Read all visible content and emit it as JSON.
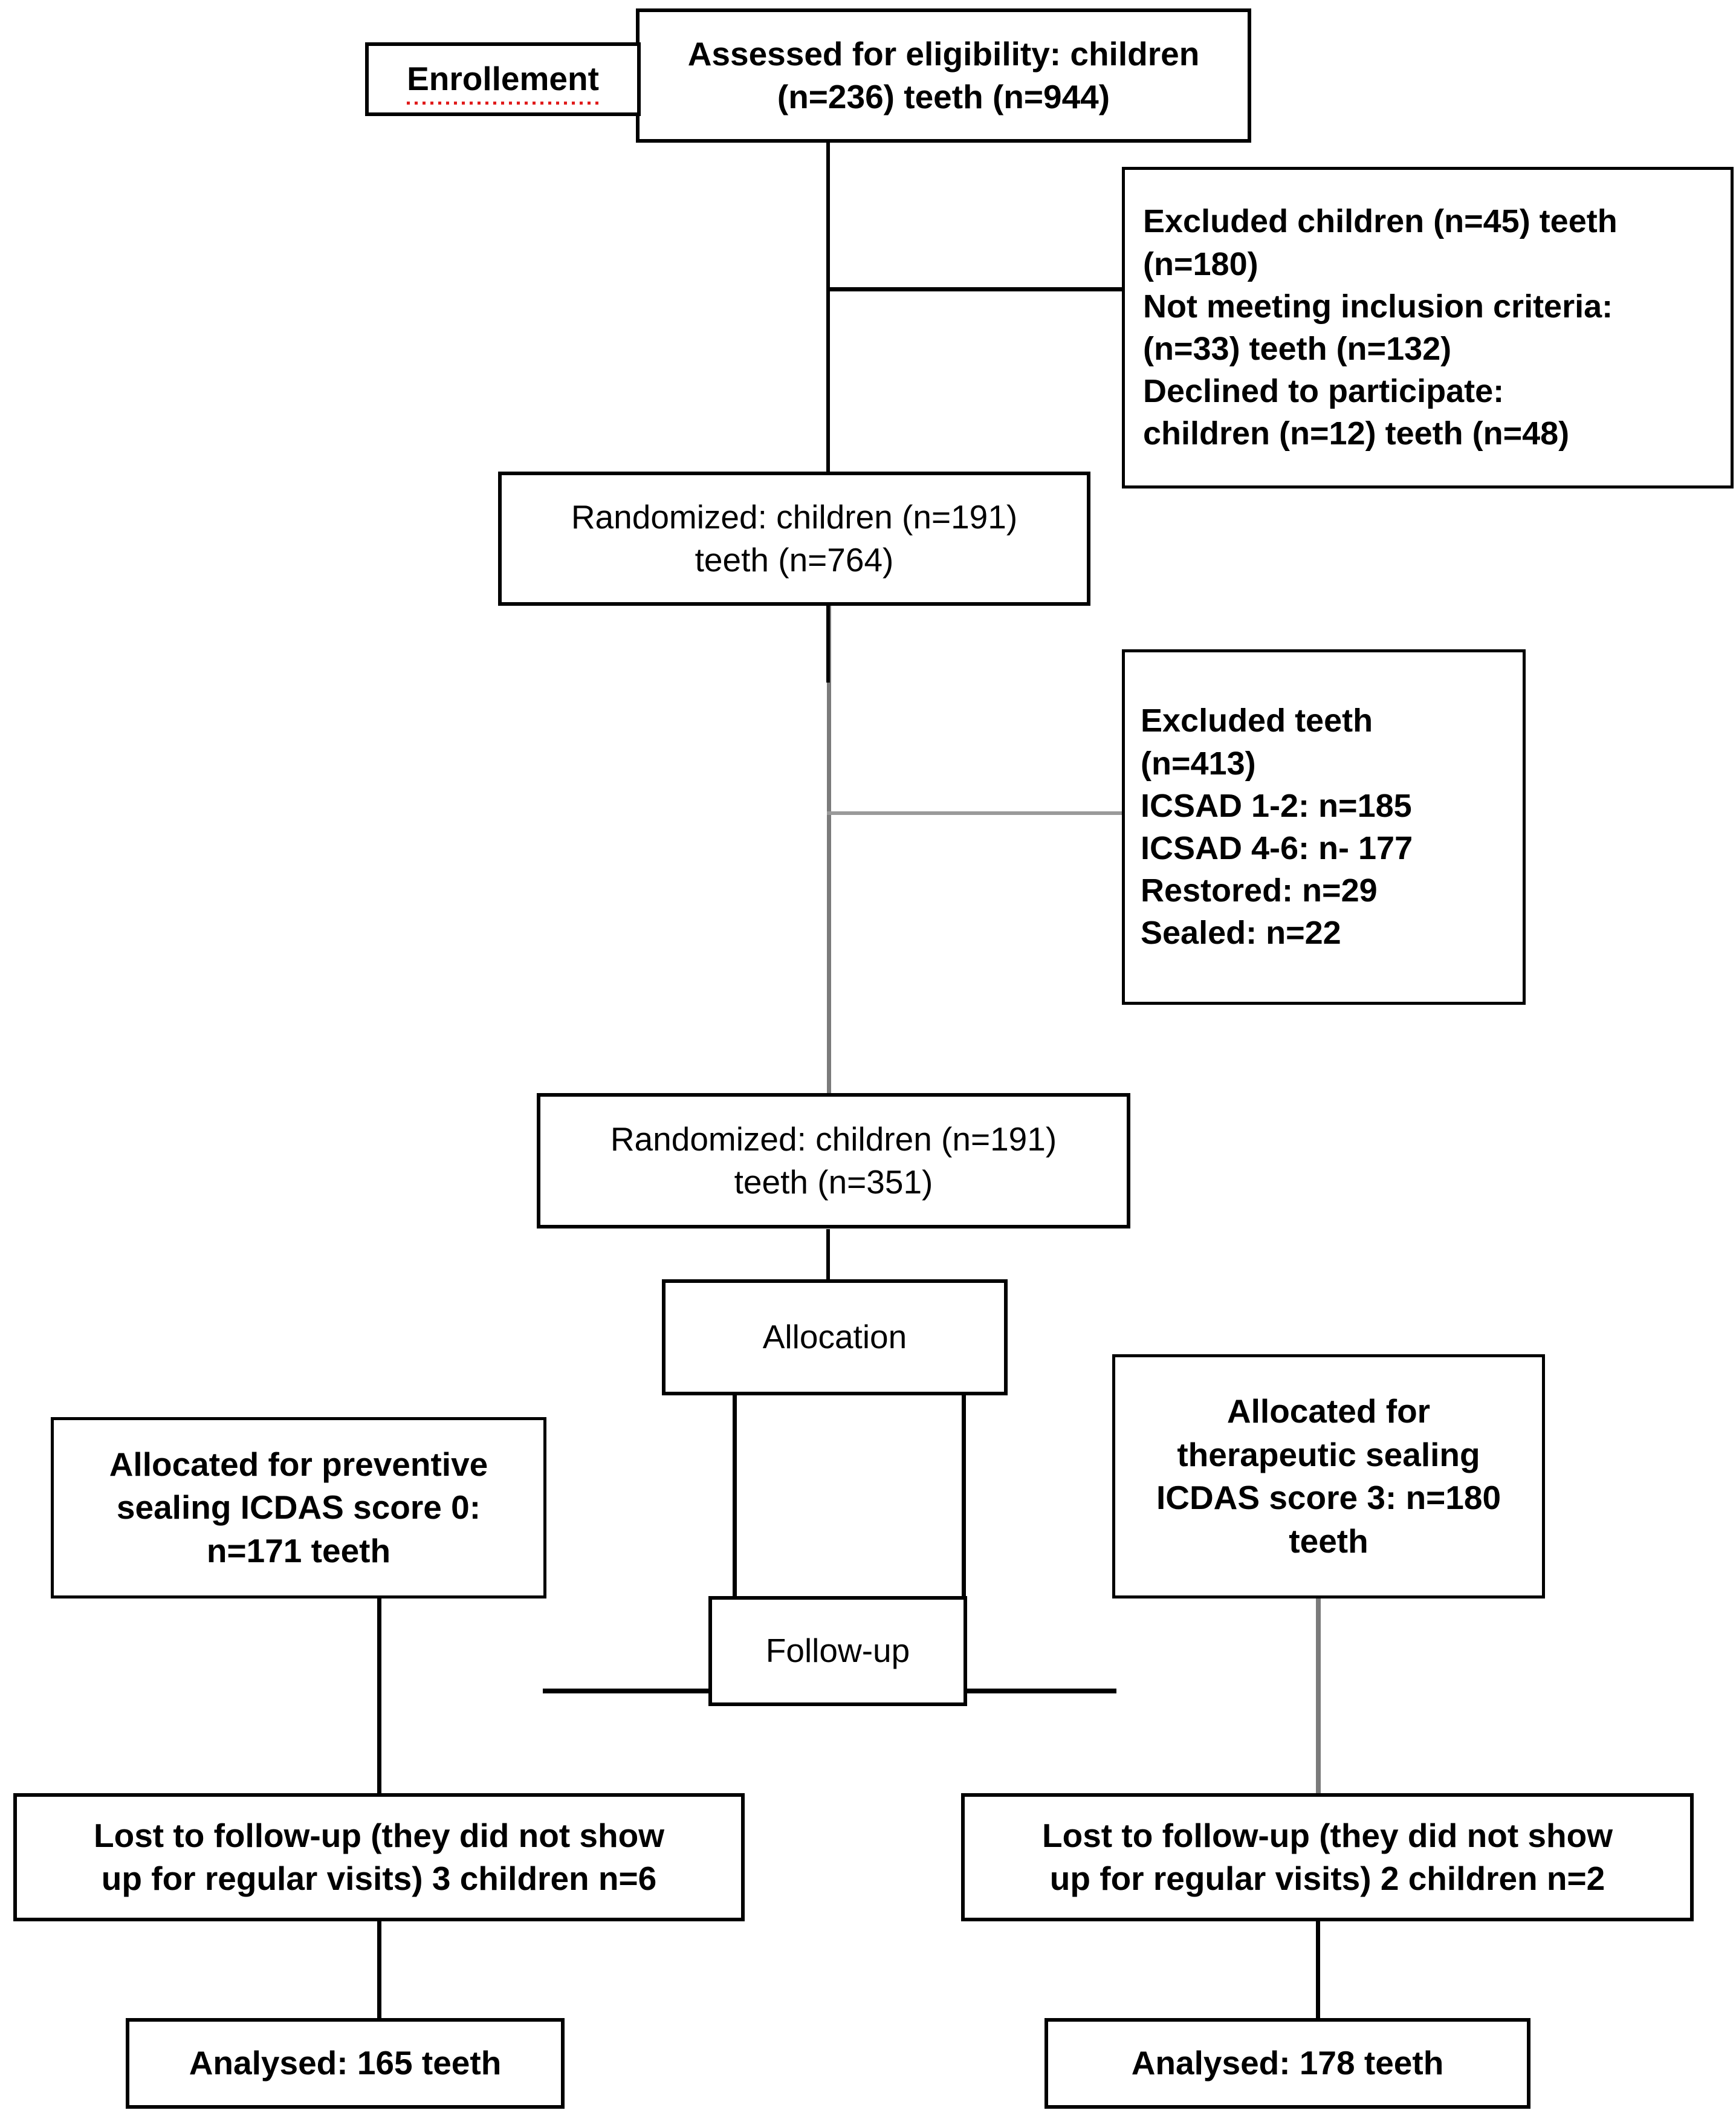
{
  "diagram": {
    "type": "consort-flow-diagram",
    "title": "CONSORT participant flow diagram",
    "stages": [
      "Enrollement",
      "Allocation",
      "Follow-up"
    ],
    "colors": {
      "box_border": "#000000",
      "line": "#000000",
      "line_gray": "#7b7b7b",
      "spellcheck_underline": "#e01b1b",
      "background": "#ffffff",
      "text": "#000000"
    }
  },
  "nodes": {
    "enrollment_label": "Enrollement",
    "assessed": "Assessed for eligibility: children\n(n=236) teeth (n=944)",
    "excluded_children": "Excluded children (n=45) teeth\n(n=180)\nNot meeting inclusion criteria:\n(n=33) teeth (n=132)\nDeclined to participate:\nchildren (n=12) teeth (n=48)",
    "randomized_1": "Randomized: children (n=191)\nteeth (n=764)",
    "excluded_teeth": "Excluded teeth\n(n=413)\nICSAD 1-2: n=185\nICSAD 4-6: n- 177\nRestored: n=29\nSealed: n=22",
    "randomized_2": "Randomized: children (n=191)\nteeth (n=351)",
    "allocation_label": "Allocation",
    "allocated_left": "Allocated for preventive\nsealing ICDAS score 0:\nn=171 teeth",
    "allocated_right": "Allocated for\ntherapeutic sealing\nICDAS score 3: n=180\nteeth",
    "followup_label": "Follow-up",
    "lost_left": "Lost to follow-up (they did not show\nup for regular visits) 3 children n=6",
    "lost_right": "Lost to follow-up (they did not show\nup for regular visits) 2 children n=2",
    "analysed_left": "Analysed: 165 teeth",
    "analysed_right": "Analysed: 178 teeth"
  },
  "counts": {
    "assessed_children": 236,
    "assessed_teeth": 944,
    "excluded_children": 45,
    "excluded_children_teeth": 180,
    "not_meeting_criteria_children": 33,
    "not_meeting_criteria_teeth": 132,
    "declined_children": 12,
    "declined_teeth": 48,
    "randomized_children": 191,
    "randomized_teeth_1": 764,
    "excluded_teeth_total": 413,
    "icsad_1_2": 185,
    "icsad_4_6": 177,
    "restored": 29,
    "sealed": 22,
    "randomized_teeth_2": 351,
    "allocated_preventive_teeth": 171,
    "allocated_therapeutic_teeth": 180,
    "lost_left_children": 3,
    "lost_left_teeth": 6,
    "lost_right_children": 2,
    "lost_right_teeth": 2,
    "analysed_left_teeth": 165,
    "analysed_right_teeth": 178
  }
}
